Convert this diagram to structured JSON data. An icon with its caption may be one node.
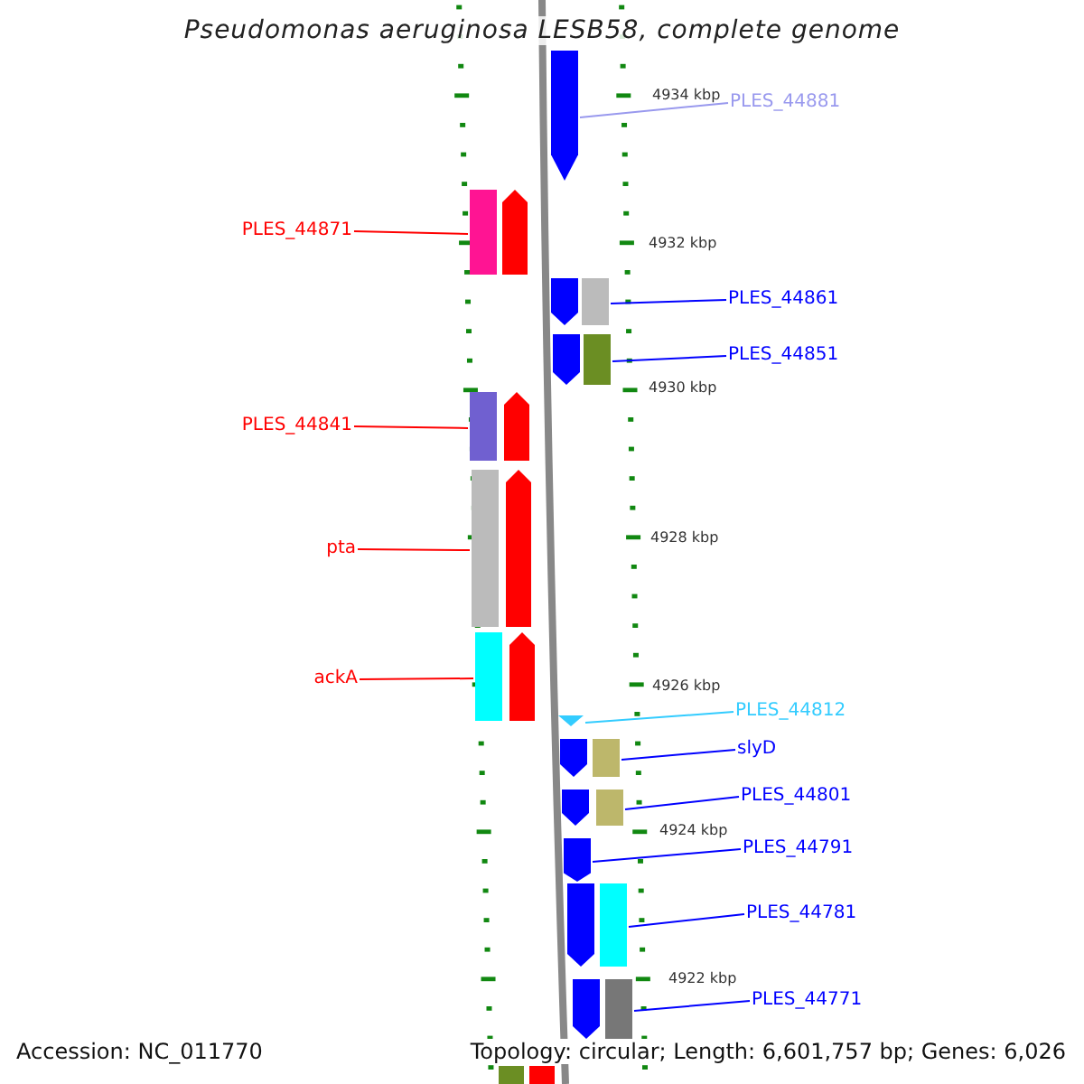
{
  "diagram": {
    "title": "Pseudomonas aeruginosa LESB58, complete genome",
    "nodes": [
      {
        "text": [
          "PLES_44881"
        ]
      },
      {
        "text": [],
        "shape": "bar"
      },
      {
        "text": [
          "PLES_44871"
        ]
      },
      {
        "text": [],
        "shape": "bar"
      },
      {
        "text": [
          "PLES_44861"
        ]
      },
      {
        "text": [],
        "shape": "bar"
      },
      {
        "text": [
          "PLES_44851"
        ]
      },
      {
        "text": [],
        "shape": "bar"
      },
      {
        "text": [
          "PLES_44841"
        ]
      },
      {
        "text": [],
        "shape": "bar"
      },
      {
        "text": [
          "pta"
        ]
      },
      {
        "text": [],
        "shape": "bar"
      },
      {
        "text": [
          "ackA"
        ]
      },
      {
        "text": [],
        "shape": "bar"
      },
      {
        "text": [
          "PLES_44812"
        ]
      },
      {
        "text": [],
        "shape": "bar"
      },
      {
        "text": [
          "slyD"
        ]
      },
      {
        "text": [],
        "shape": "bar"
      },
      {
        "text": [
          "PLES_44801"
        ]
      },
      {
        "text": [],
        "shape": "bar"
      },
      {
        "text": [
          "PLES_44791"
        ]
      },
      {
        "text": [],
        "shape": "bar"
      },
      {
        "text": [
          "PLES_44781"
        ]
      },
      {
        "text": [],
        "shape": "bar"
      },
      {
        "text": [
          "PLES_44771"
        ]
      },
      {
        "text": [],
        "shape": "bar"
      }
    ],
    "edges": [
      {
        "from": 0,
        "to": 1,
        "arrow": "none",
        "color": "#9999ee"
      },
      {
        "from": 2,
        "to": 3,
        "arrow": "none",
        "color": "#ff0000"
      },
      {
        "from": 4,
        "to": 5,
        "arrow": "none"
      },
      {
        "from": 6,
        "to": 7,
        "arrow": "none"
      },
      {
        "from": 8,
        "to": 9,
        "arrow": "none",
        "color": "#ff0000"
      },
      {
        "from": 10,
        "to": 11,
        "arrow": "none",
        "color": "#ff0000"
      },
      {
        "from": 12,
        "to": 13,
        "arrow": "none",
        "color": "#ff0000"
      },
      {
        "from": 14,
        "to": 15,
        "arrow": "none",
        "color": "#33ccff"
      },
      {
        "from": 16,
        "to": 17,
        "arrow": "none"
      },
      {
        "from": 18,
        "to": 19,
        "arrow": "none"
      },
      {
        "from": 20,
        "to": 21,
        "arrow": "none"
      },
      {
        "from": 22,
        "to": 23,
        "arrow": "none"
      },
      {
        "from": 24,
        "to": 25,
        "arrow": "none"
      }
    ],
    "labels": [
      "4934 kbp",
      "4932 kbp",
      "4930 kbp",
      "4928 kbp",
      "4926 kbp",
      "4924 kbp",
      "4922 kbp",
      "Accession: NC_011770",
      "Topology: circular; Length: 6,601,757 bp; Genes: 6,026"
    ]
  }
}
